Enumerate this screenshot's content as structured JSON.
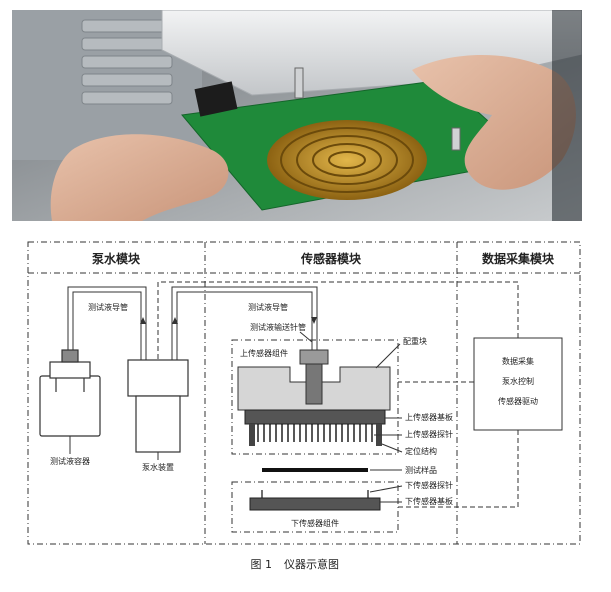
{
  "sections": {
    "pump_module": "泵水模块",
    "sensor_module": "传感器模块",
    "daq_module": "数据采集模块"
  },
  "labels": {
    "liquid_tube_left": "测试液导管",
    "liquid_tube_right": "测试液导管",
    "needle_tube": "测试液输送针管",
    "counterweight": "配重块",
    "upper_assembly": "上传感器组件",
    "upper_board": "上传感器基板",
    "upper_probe": "上传感器探针",
    "positioning": "定位结构",
    "sample": "测试样品",
    "lower_probe": "下传感器探针",
    "lower_board": "下传感器基板",
    "lower_assembly": "下传感器组件",
    "container": "测试液容器",
    "pump": "泵水装置"
  },
  "daq_box": {
    "line1": "数据采集",
    "line2": "泵水控制",
    "line3": "传感器驱动"
  },
  "caption": {
    "fig": "图 1",
    "title": "仪器示意图"
  },
  "colors": {
    "pcb_green": "#1f8a3a",
    "probe_gold": "#c99a2a",
    "line": "#333333"
  }
}
